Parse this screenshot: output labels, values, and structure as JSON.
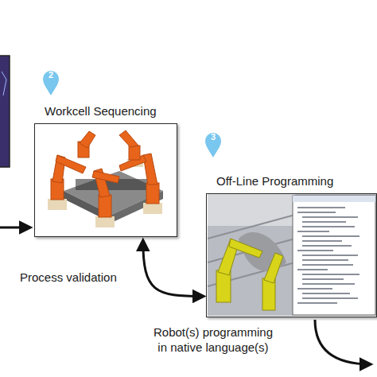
{
  "diagram": {
    "nodes": [
      {
        "text": [
          "Workcell Sequencing"
        ]
      },
      {
        "text": [
          "Off-Line Programming"
        ]
      }
    ],
    "edges": [
      {
        "from": 0,
        "to": 1,
        "arrow": "both",
        "label": "Process validation"
      }
    ],
    "labels": [
      "2",
      "3",
      "Robot(s) programming in native language(s)"
    ]
  }
}
